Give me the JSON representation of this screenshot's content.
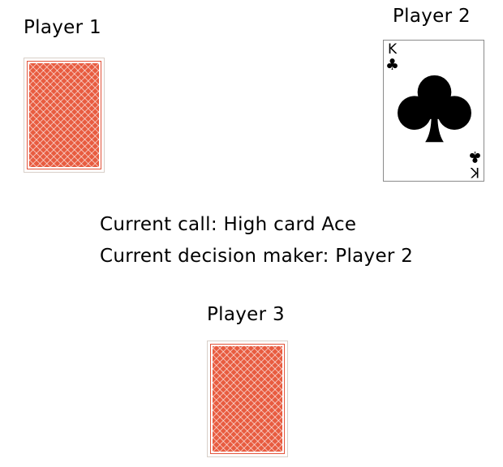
{
  "players": [
    {
      "label": "Player 1",
      "card": {
        "face": "down"
      }
    },
    {
      "label": "Player 2",
      "card": {
        "face": "up",
        "rank": "K",
        "suit": "clubs",
        "suit_glyph": "♣"
      }
    },
    {
      "label": "Player 3",
      "card": {
        "face": "down"
      }
    }
  ],
  "status": {
    "current_call": "Current call: High card Ace",
    "current_decision_maker": "Current decision maker: Player 2"
  },
  "colors": {
    "card_back": "#e85c40",
    "card_back_line": "#ffffff",
    "suit_black": "#000000",
    "background": "#ffffff"
  },
  "icons": {
    "card_back": "card-back-pattern",
    "suit": "club-icon"
  }
}
